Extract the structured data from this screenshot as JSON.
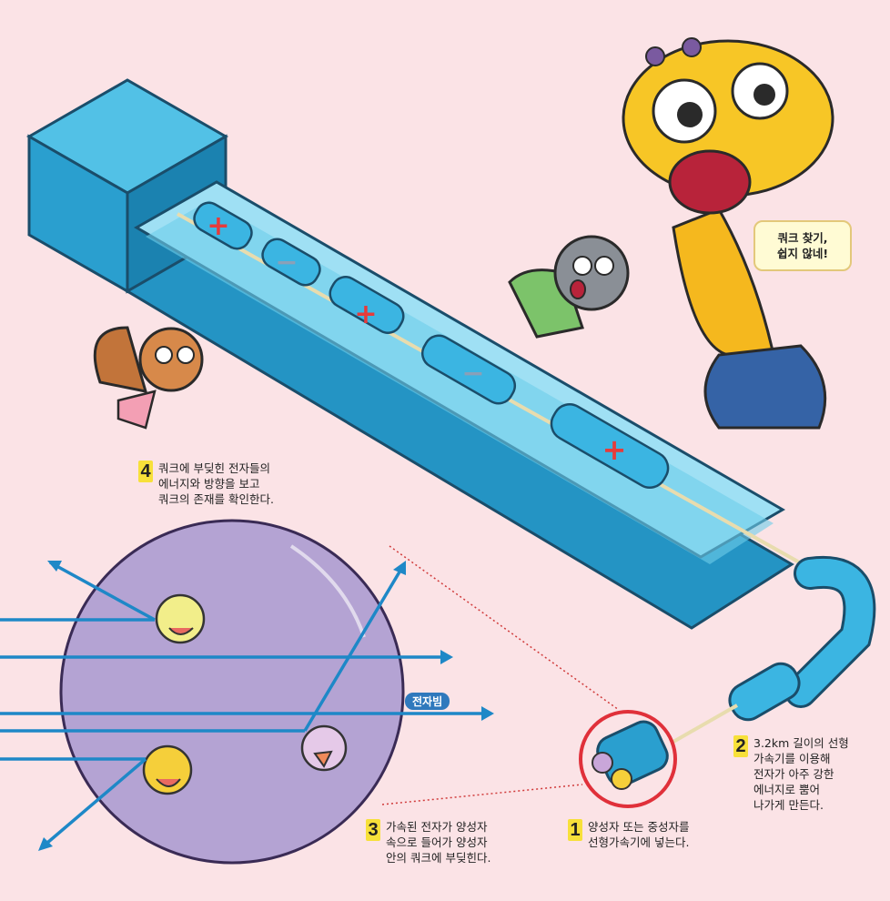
{
  "speech_bubble": {
    "text": "쿼크 찾기,\n쉽지 않네!"
  },
  "beam_label": "전자빔",
  "steps": [
    {
      "number": "1",
      "text": "양성자 또는 중성자를\n선형가속기에 넣는다."
    },
    {
      "number": "2",
      "text": "3.2km 길이의 선형\n가속기를 이용해\n전자가 아주 강한\n에너지로 뿜어\n나가게 만든다."
    },
    {
      "number": "3",
      "text": "가속된 전자가 양성자\n속으로 들어가 양성자\n안의 쿼크에 부딪힌다."
    },
    {
      "number": "4",
      "text": "쿼크에 부딪힌 전자들의\n에너지와 방향을 보고\n쿼크의 존재를 확인한다."
    }
  ],
  "accelerator_signs": [
    "+",
    "−",
    "+",
    "−",
    "+"
  ],
  "colors": {
    "background": "#fbe3e6",
    "accelerator": "#2aa9d8",
    "proton": "#b4a3d3",
    "beam": "#1e88c7",
    "label_highlight": "#f7e03a",
    "circle_highlight": "#e0303a"
  }
}
